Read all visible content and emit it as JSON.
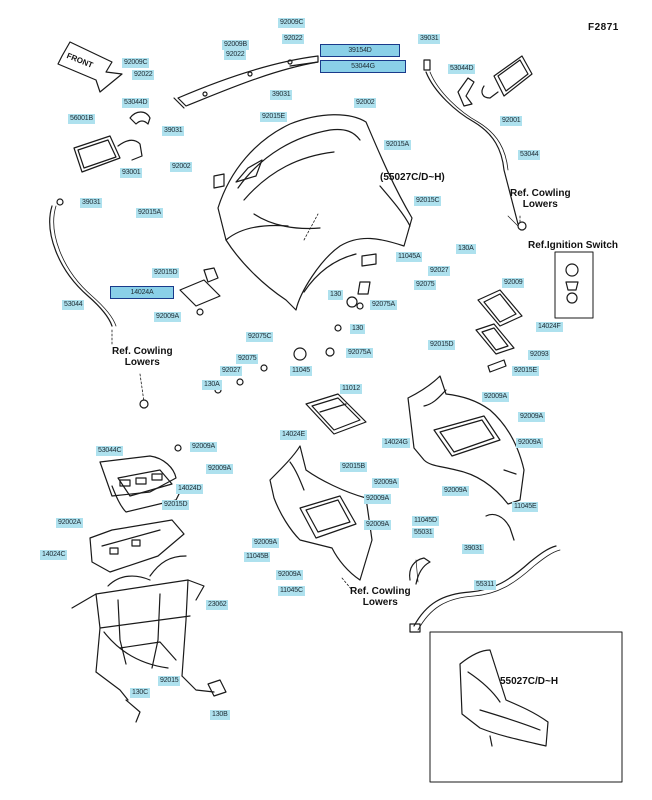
{
  "figure_id": "F2871",
  "front_label": "FRONT",
  "texts": {
    "ref_cowling_lowers": "Ref. Cowling\nLowers",
    "ref_ignition_switch": "Ref.Ignition Switch",
    "model_note": "(55027C/D~H)",
    "inset_note": "55027C/D~H"
  },
  "part_labels": [
    "92009C",
    "39154D",
    "53044G",
    "92009B",
    "92022",
    "92009C",
    "92022",
    "92022",
    "39031",
    "92015E",
    "39031",
    "53044D",
    "39031",
    "56001B",
    "92002",
    "92015A",
    "53044D",
    "92001",
    "53044",
    "93001",
    "92002",
    "39031",
    "92015A",
    "92015C",
    "92015D",
    "11045A",
    "130A",
    "92027",
    "130",
    "92075",
    "92009",
    "14024A",
    "92075A",
    "53044",
    "92009A",
    "14024F",
    "92075C",
    "130",
    "92015D",
    "92075",
    "92075A",
    "92027",
    "11045",
    "92093",
    "130A",
    "92015E",
    "11012",
    "92009A",
    "92009A",
    "14024E",
    "14024G",
    "92009A",
    "53044C",
    "92009A",
    "92015B",
    "92009A",
    "92009A",
    "14024D",
    "92009A",
    "11045E",
    "92015D",
    "92009A",
    "11045D",
    "92002A",
    "92009A",
    "55031",
    "14024C",
    "92009A",
    "39031",
    "11045B",
    "92009A",
    "55311",
    "11045C",
    "23062",
    "130C",
    "92015",
    "130B"
  ],
  "colors": {
    "label_fill": "#aee1ee",
    "highlight_border": "#1a3a8a",
    "line_art": "#1a1a1a"
  }
}
